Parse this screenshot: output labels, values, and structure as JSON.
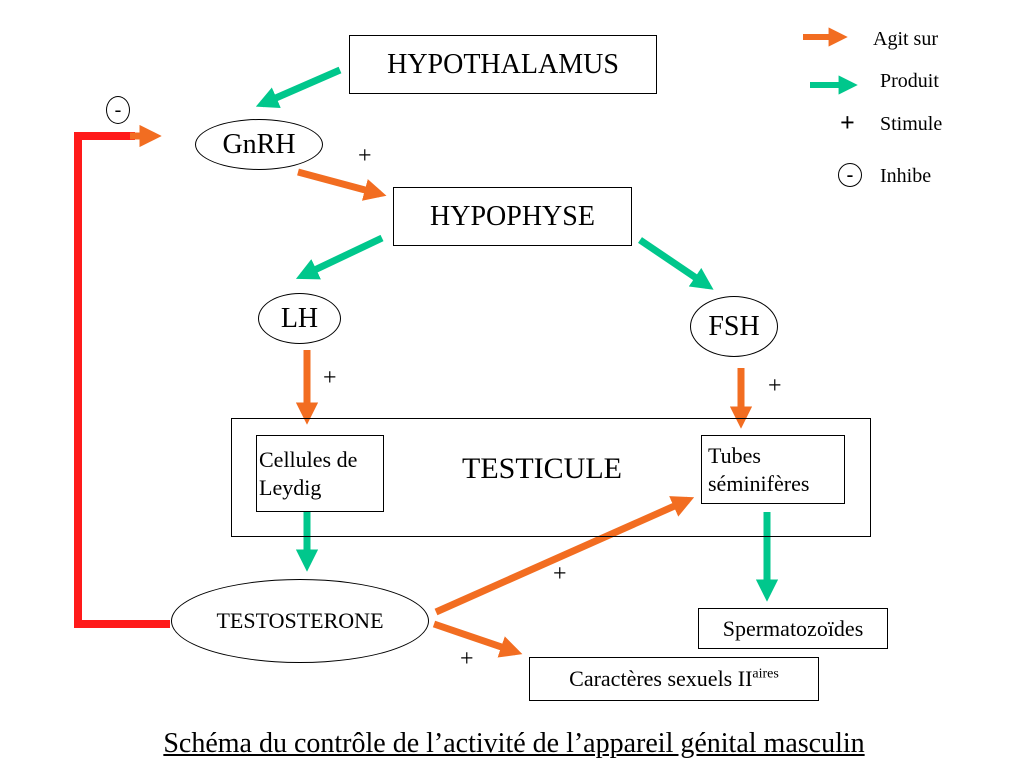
{
  "nodes": {
    "hypothalamus": "HYPOTHALAMUS",
    "gnrh": "GnRH",
    "hypophyse": "HYPOPHYSE",
    "lh": "LH",
    "fsh": "FSH",
    "testicule": "TESTICULE",
    "leydig_line1": "Cellules de",
    "leydig_line2": "Leydig",
    "tubes_line1": "Tubes",
    "tubes_line2": "séminifères",
    "testosterone": "TESTOSTERONE",
    "spermatozoides": "Spermatozoïdes",
    "caracteres": "Caractères sexuels II",
    "caracteres_sup": "aires"
  },
  "signs": {
    "plus": "+",
    "minus": "-"
  },
  "legend": {
    "agit_sur": "Agit sur",
    "produit": "Produit",
    "stimule_symbol": "+",
    "stimule": "Stimule",
    "inhibe_symbol": "-",
    "inhibe": "Inhibe"
  },
  "caption": "Schéma du contrôle de l’activité de l’appareil génital masculin",
  "colors": {
    "agit_sur": "#f26d21",
    "produit": "#00c78c",
    "feedback": "#ff1a1a"
  }
}
